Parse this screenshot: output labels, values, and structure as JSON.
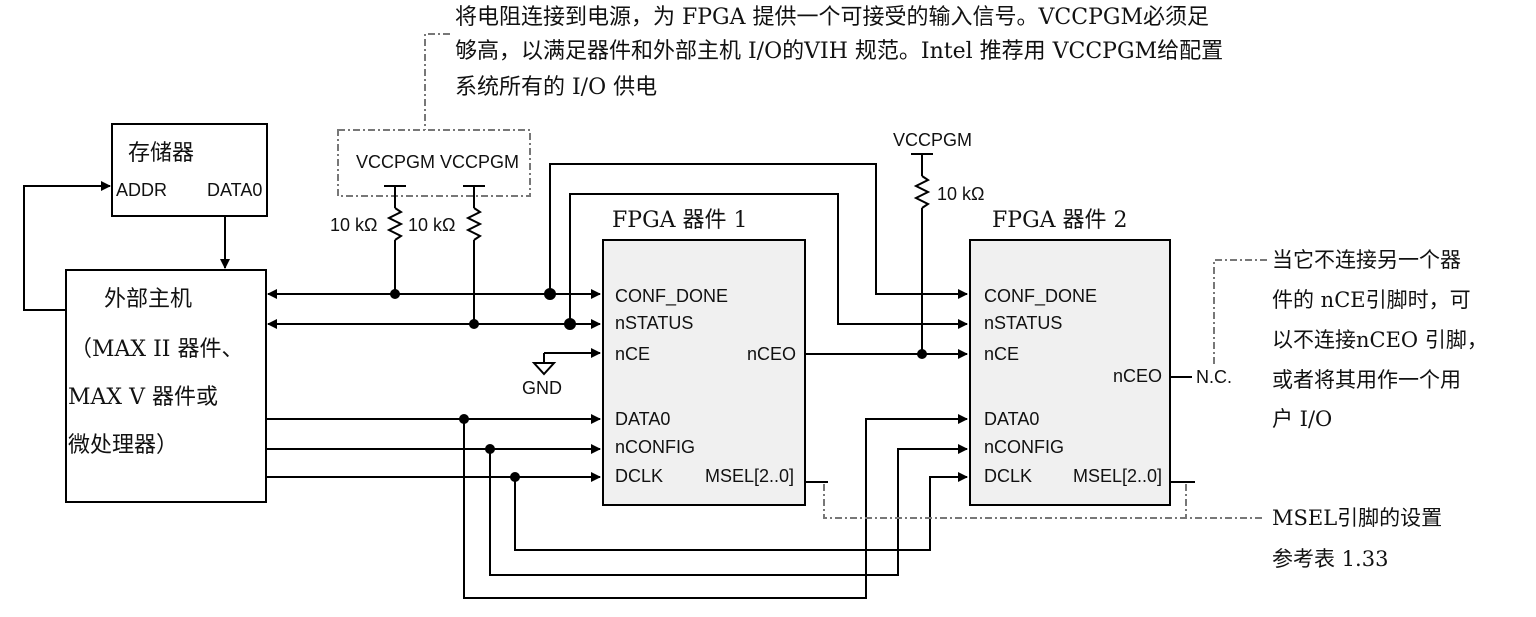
{
  "note_top": {
    "line1": "将电阻连接到电源，为 FPGA 提供一个可接受的输入信号。VCCPGM必须足",
    "line2": "够高，以满足器件和外部主机 I/O的VIH 规范。Intel 推荐用 VCCPGM给配置",
    "line3": "系统所有的 I/O 供电"
  },
  "memory": {
    "title": "存储器",
    "addr": "ADDR",
    "data0": "DATA0"
  },
  "host": {
    "line1": "外部主机",
    "line2": "（MAX II 器件、",
    "line3": "MAX V 器件或",
    "line4": "微处理器）"
  },
  "supplies": {
    "vcc1": "VCCPGM",
    "vcc2": "VCCPGM",
    "vcc3": "VCCPGM",
    "r1": "10 kΩ",
    "r2": "10 kΩ",
    "r3": "10 kΩ"
  },
  "gnd": "GND",
  "fpga1": {
    "title": "FPGA 器件 1",
    "conf_done": "CONF_DONE",
    "nstatus": "nSTATUS",
    "nce": "nCE",
    "nceo": "nCEO",
    "data0": "DATA0",
    "nconfig": "nCONFIG",
    "dclk": "DCLK",
    "msel": "MSEL[2..0]"
  },
  "fpga2": {
    "title": "FPGA 器件 2",
    "conf_done": "CONF_DONE",
    "nstatus": "nSTATUS",
    "nce": "nCE",
    "nceo": "nCEO",
    "data0": "DATA0",
    "nconfig": "nCONFIG",
    "dclk": "DCLK",
    "msel": "MSEL[2..0]",
    "nc": "N.C."
  },
  "note_right": {
    "line1": "当它不连接另一个器",
    "line2": "件的 nCE引脚时，可",
    "line3": "以不连接nCEO 引脚，",
    "line4": "或者将其用作一个用",
    "line5": "户 I/O"
  },
  "note_msel": {
    "line1": "MSEL引脚的设置",
    "line2": "参考表 1.33"
  }
}
